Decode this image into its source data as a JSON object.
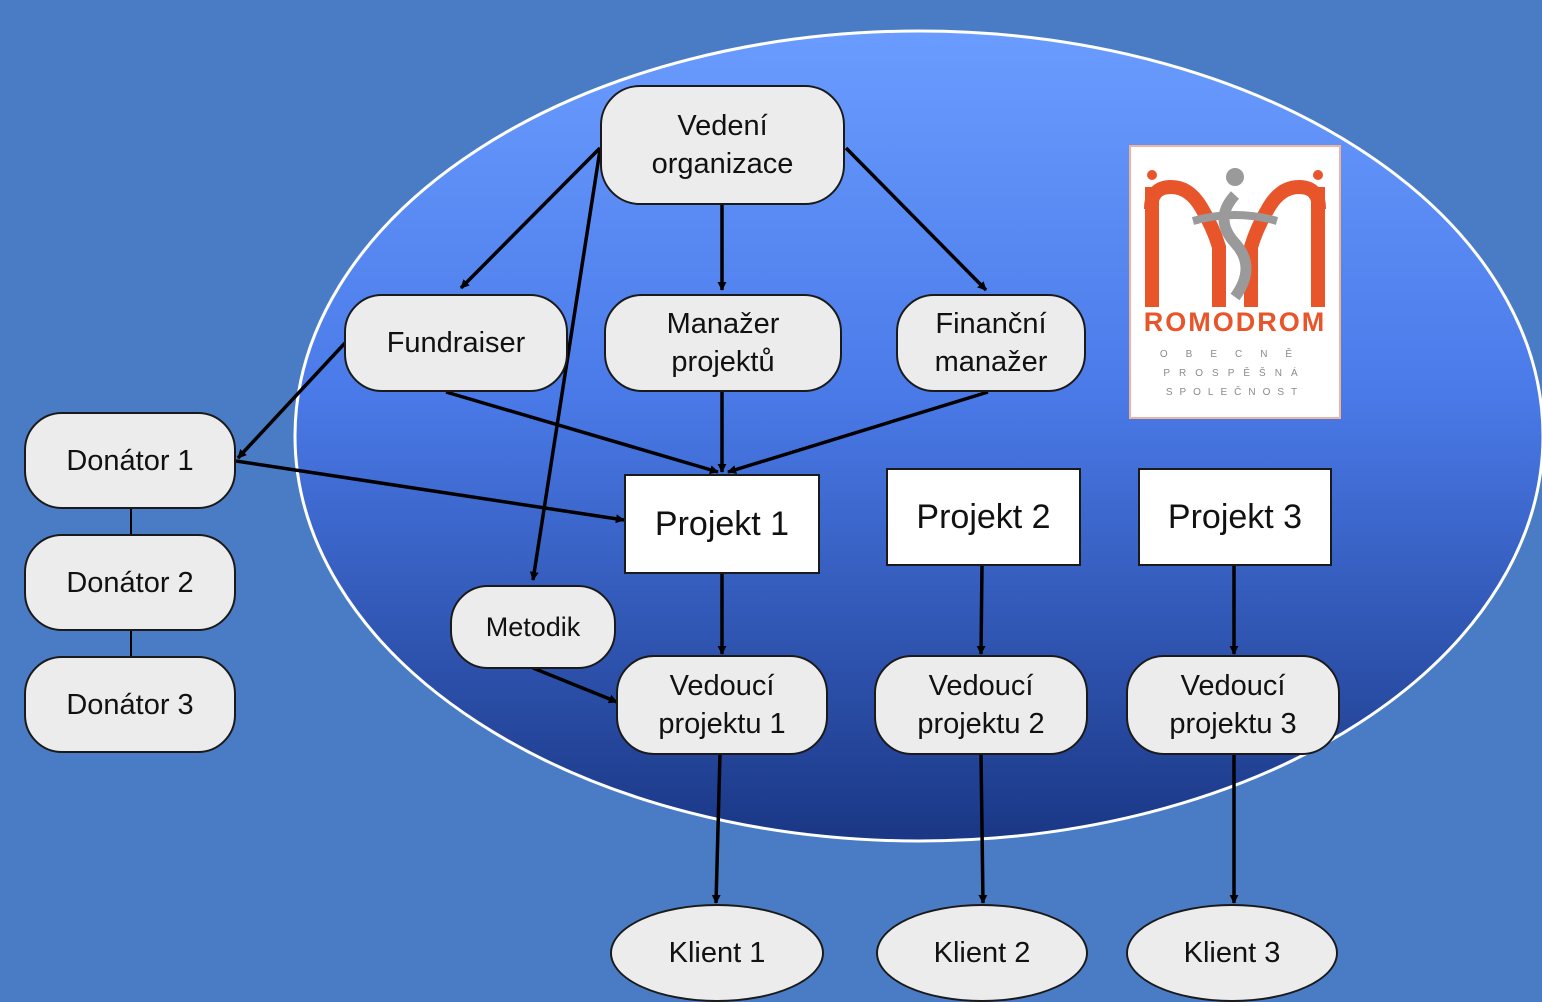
{
  "nodes": {
    "vedeni": "Vedení\norganizace",
    "fundraiser": "Fundraiser",
    "manazer_projektu": "Manažer\nprojektů",
    "financni_manazer": "Finanční\nmanažer",
    "donator1": "Donátor 1",
    "donator2": "Donátor 2",
    "donator3": "Donátor 3",
    "metodik": "Metodik",
    "projekt1": "Projekt 1",
    "projekt2": "Projekt 2",
    "projekt3": "Projekt 3",
    "vedouci1": "Vedoucí\nprojektu 1",
    "vedouci2": "Vedoucí\nprojektu 2",
    "vedouci3": "Vedoucí\nprojektu 3",
    "klient1": "Klient 1",
    "klient2": "Klient 2",
    "klient3": "Klient 3"
  },
  "logo": {
    "name": "ROMODROM",
    "line1": "OBECNĚ",
    "line2": "PROSPĚŠNÁ",
    "line3": "SPOLEČNOST"
  },
  "colors": {
    "background": "#4a7bc5",
    "ellipse_top": "#6699ff",
    "ellipse_bottom": "#1a3a8c",
    "node_fill": "#ececec",
    "logo_accent": "#e8552b",
    "logo_gray": "#8a8a8a"
  },
  "edges": [
    {
      "from": "vedeni",
      "to": "fundraiser"
    },
    {
      "from": "vedeni",
      "to": "manazer_projektu"
    },
    {
      "from": "vedeni",
      "to": "financni_manazer"
    },
    {
      "from": "vedeni",
      "to": "metodik"
    },
    {
      "from": "fundraiser",
      "to": "donator1"
    },
    {
      "from": "fundraiser",
      "to": "projekt1"
    },
    {
      "from": "manazer_projektu",
      "to": "projekt1"
    },
    {
      "from": "financni_manazer",
      "to": "projekt1"
    },
    {
      "from": "donator1",
      "to": "projekt1"
    },
    {
      "from": "metodik",
      "to": "vedouci1"
    },
    {
      "from": "projekt1",
      "to": "vedouci1"
    },
    {
      "from": "projekt2",
      "to": "vedouci2"
    },
    {
      "from": "projekt3",
      "to": "vedouci3"
    },
    {
      "from": "vedouci1",
      "to": "klient1"
    },
    {
      "from": "vedouci2",
      "to": "klient2"
    },
    {
      "from": "vedouci3",
      "to": "klient3"
    }
  ]
}
